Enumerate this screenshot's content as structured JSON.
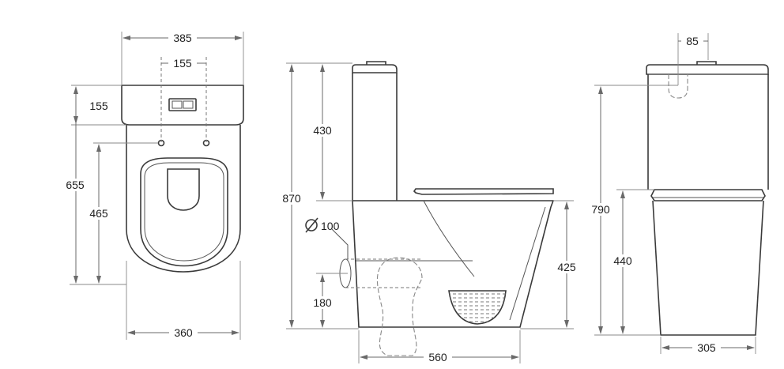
{
  "top_view": {
    "dims": {
      "width_top": "385",
      "button_spacing": "155",
      "tank_depth": "155",
      "total_depth": "655",
      "hole_to_front": "465",
      "width_bottom": "360"
    }
  },
  "side_view": {
    "dims": {
      "tank_height": "430",
      "total_height": "870",
      "outlet_diameter": "100",
      "outlet_height": "180",
      "seat_height": "425",
      "length": "560"
    }
  },
  "end_view": {
    "dims": {
      "inlet_offset": "85",
      "height": "790",
      "bowl_height": "440",
      "width": "305"
    }
  }
}
